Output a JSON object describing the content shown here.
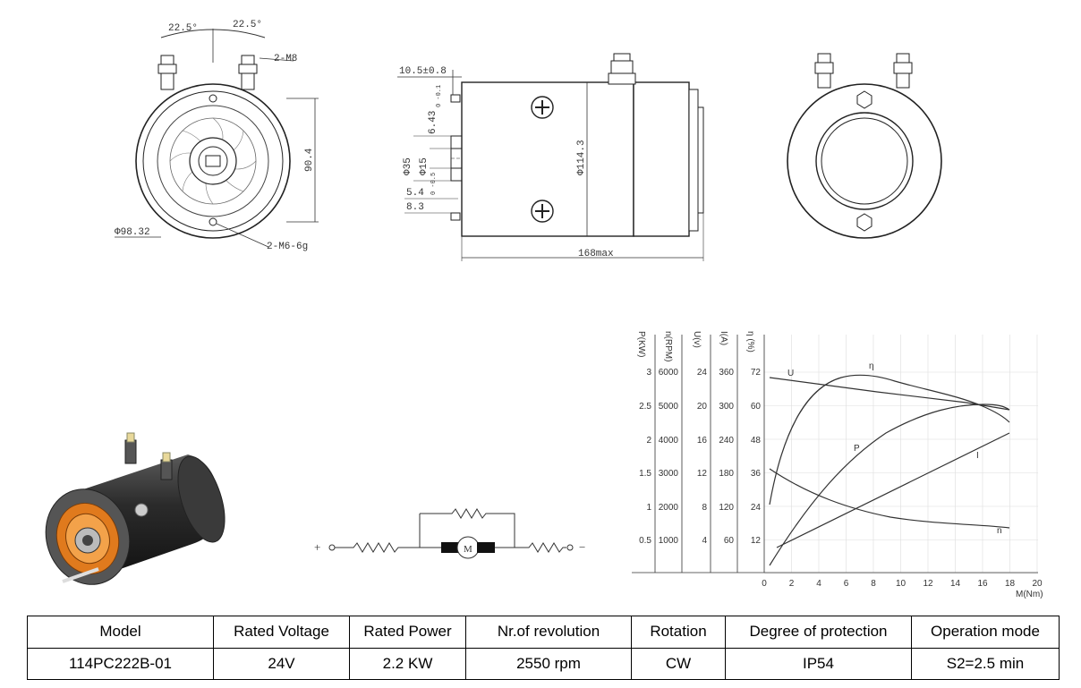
{
  "drawing": {
    "front": {
      "angle_left": "22.5°",
      "angle_right": "22.5°",
      "thread_top": "2-M8",
      "diameter": "Φ98.32",
      "height": "90.4",
      "thread_bottom": "2-M6-6g"
    },
    "side": {
      "shaft_length": "10.5±0.8",
      "key_dim": "6.43",
      "key_tol": "0 -0.1",
      "dia35": "Φ35",
      "dia15": "Φ15",
      "dim54": "5.4",
      "dim54_tol": "0 -0.5",
      "dim83": "8.3",
      "body_dia": "Φ114.3",
      "length": "168max"
    }
  },
  "circuit": {
    "plus": "+",
    "minus": "−",
    "motor": "M"
  },
  "performance": {
    "axis_labels": [
      "P(KW)",
      "n(RPM)",
      "U(v)",
      "I(A)",
      "η (%)"
    ],
    "p_ticks": [
      "3",
      "2.5",
      "2",
      "1.5",
      "1",
      "0.5"
    ],
    "rpm_ticks": [
      "6000",
      "5000",
      "4000",
      "3000",
      "2000",
      "1000"
    ],
    "u_ticks": [
      "24",
      "20",
      "16",
      "12",
      "8",
      "4"
    ],
    "i_ticks": [
      "360",
      "300",
      "240",
      "180",
      "120",
      "60"
    ],
    "eff_ticks": [
      "72",
      "60",
      "48",
      "36",
      "24",
      "12"
    ],
    "x_ticks": [
      "0",
      "2",
      "4",
      "6",
      "8",
      "10",
      "12",
      "14",
      "16",
      "18",
      "20"
    ],
    "x_label": "M(Nm)",
    "curve_labels": {
      "U": "U",
      "eta": "η",
      "P": "P",
      "I": "I",
      "n": "n"
    }
  },
  "table": {
    "headers": [
      "Model",
      "Rated Voltage",
      "Rated Power",
      "Nr.of revolution",
      "Rotation",
      "Degree of protection",
      "Operation mode"
    ],
    "values": [
      "114PC222B-01",
      "24V",
      "2.2 KW",
      "2550 rpm",
      "CW",
      "IP54",
      "S2=2.5 min"
    ]
  }
}
